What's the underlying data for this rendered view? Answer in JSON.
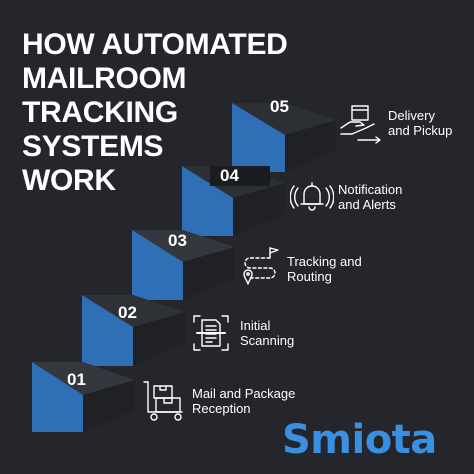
{
  "title_lines": [
    "HOW AUTOMATED",
    "MAILROOM",
    "TRACKING",
    "SYSTEMS",
    "WORK"
  ],
  "steps": [
    {
      "number": "01",
      "label_lines": [
        "Mail and Package",
        "Reception"
      ],
      "icon": "package-cart-icon"
    },
    {
      "number": "02",
      "label_lines": [
        "Initial",
        "Scanning"
      ],
      "icon": "document-scan-icon"
    },
    {
      "number": "03",
      "label_lines": [
        "Tracking and",
        "Routing"
      ],
      "icon": "route-icon"
    },
    {
      "number": "04",
      "label_lines": [
        "Notification",
        "and Alerts"
      ],
      "icon": "bell-icon"
    },
    {
      "number": "05",
      "label_lines": [
        "Delivery",
        "and Pickup"
      ],
      "icon": "hand-delivery-icon"
    }
  ],
  "brand": "Smiota",
  "colors": {
    "background": "#24262b",
    "blue": "#2f6fb6",
    "dark": "#1f2125",
    "top": "#34373d",
    "brand": "#3a8fe0"
  }
}
